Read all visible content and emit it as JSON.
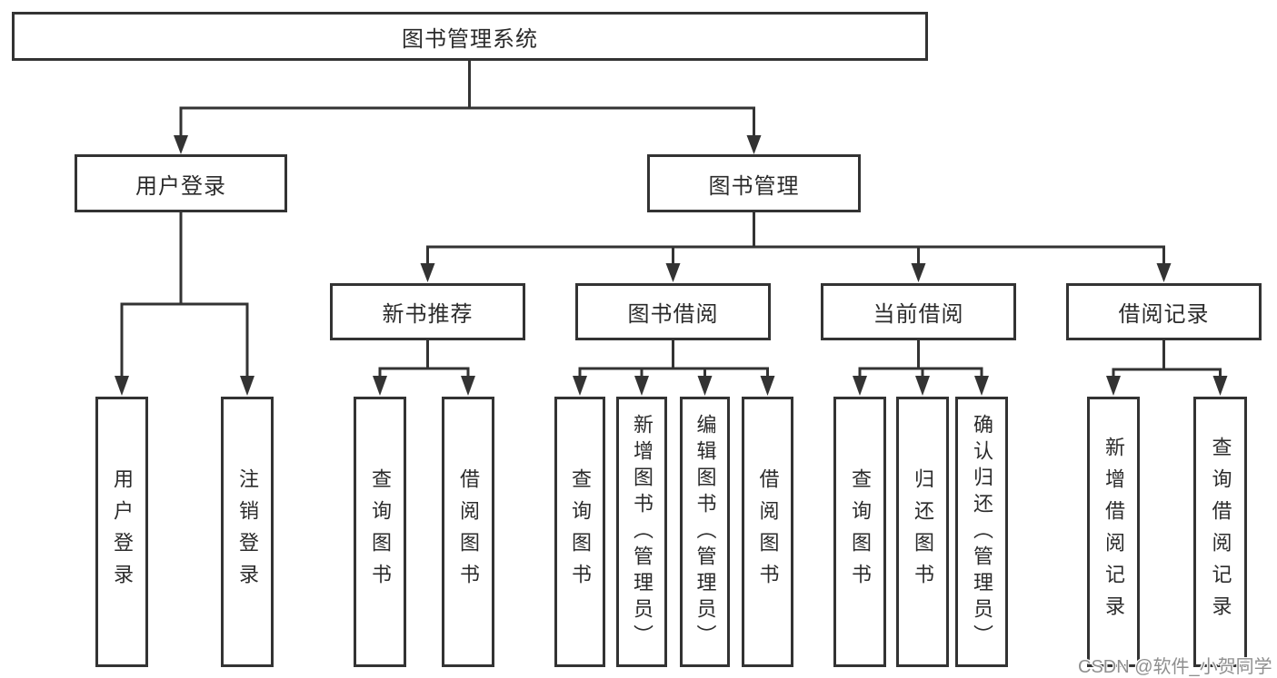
{
  "diagram": {
    "root": "图书管理系统",
    "branches": [
      {
        "label": "用户登录",
        "leaves": [
          "用户登录",
          "注销登录"
        ]
      },
      {
        "label": "图书管理",
        "groups": [
          {
            "label": "新书推荐",
            "leaves": [
              "查询图书",
              "借阅图书"
            ]
          },
          {
            "label": "图书借阅",
            "leaves": [
              "查询图书",
              "新增图书（管理员）",
              "编辑图书（管理员）",
              "借阅图书"
            ]
          },
          {
            "label": "当前借阅",
            "leaves": [
              "查询图书",
              "归还图书",
              "确认归还（管理员）"
            ]
          },
          {
            "label": "借阅记录",
            "leaves": [
              "新增借阅记录",
              "查询借阅记录"
            ]
          }
        ]
      }
    ]
  },
  "watermark": {
    "text": "CSDN @软件_小贺同学",
    "color": "#8f8f8f"
  },
  "colors": {
    "line": "#333333",
    "box_border": "#333333",
    "text": "#2b2b2b",
    "background": "#ffffff"
  }
}
